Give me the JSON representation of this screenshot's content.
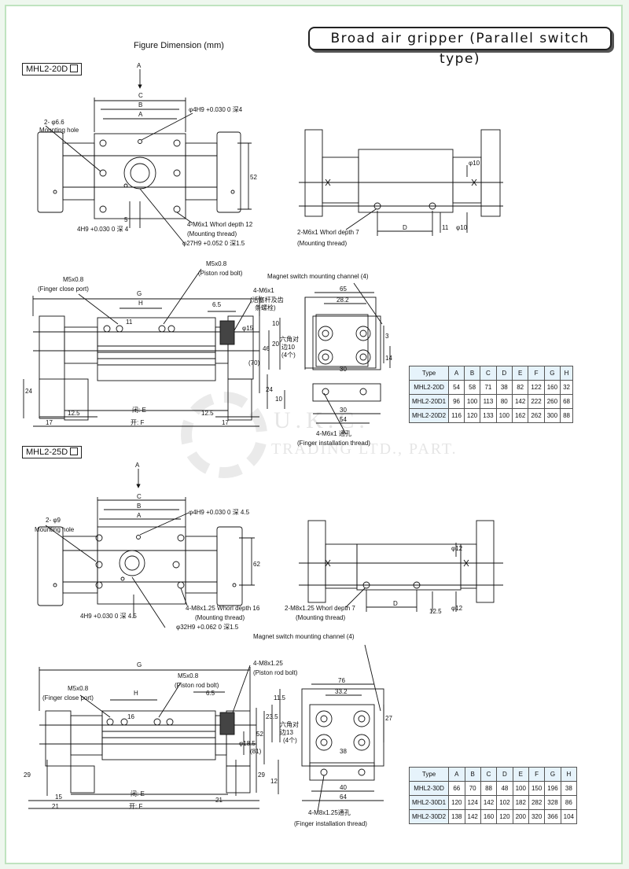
{
  "header": {
    "title": "Broad air gripper (Parallel switch type)"
  },
  "figure_caption": "Figure Dimension (mm)",
  "watermark": {
    "line1": "U.K.C.",
    "line2": "TRADING LTD., PART."
  },
  "sec1": {
    "model": "MHL2-20D",
    "view_a": "A",
    "dim_c": "C",
    "dim_b": "B",
    "dim_a": "A",
    "hole_left1": "2- φ6.6",
    "hole_left2": "Mounting hole",
    "hole_top": "φ4H9 +0.030 0 深4",
    "dim_52": "52",
    "dim_5": "5",
    "hole_bottom": "4H9 +0.030 0 深 4",
    "thread1": "4-M6x1 Whorl depth 12",
    "thread1_sub": "(Mounting thread)",
    "bore": "φ27H9 +0.052 0 深1.5",
    "side_d10_top": "φ10",
    "side_d10_bot": "φ10",
    "side_d": "D",
    "side_11": "11",
    "side_thread": "2-M6x1 Whorl depth 7",
    "side_thread_sub": "(Mounting thread)",
    "front_m5": "M5x0.8",
    "front_m5_sub": "(Finger close port)",
    "front_m5b": "M5x0.8",
    "front_m5b_sub": "(Piston rod bolt)",
    "front_g": "G",
    "front_h": "H",
    "front_11": "11",
    "front_65": "6.5",
    "front_4m6": "4-M6x1",
    "front_cn1": "(活塞杆及齿",
    "front_cn2": "条螺栓)",
    "front_15": "φ15",
    "front_24": "24",
    "front_125l": "12.5",
    "front_125r": "12.5",
    "front_17l": "17",
    "front_17r": "17",
    "front_e": "闭: E",
    "front_f": "开: F",
    "end_title": "Magnet switch mounting channel (4)",
    "end_65": "65",
    "end_282": "28.2",
    "end_10": "10",
    "end_20": "20",
    "end_46": "46",
    "end_70": "(70)",
    "end_3": "3",
    "end_14": "14",
    "end_24": "24",
    "end_hex1": "六角对",
    "end_hex2": "边10",
    "end_hex3": "(4个)",
    "end_30a": "30",
    "bot_10": "10",
    "bot_30": "30",
    "bot_54": "54",
    "bot_thread": "4-M6x1 通孔",
    "bot_thread_sub": "(Finger installation thread)"
  },
  "sec2": {
    "model": "MHL2-25D",
    "view_a": "A",
    "dim_c": "C",
    "dim_b": "B",
    "dim_a": "A",
    "hole_left1": "2- φ9",
    "hole_left2": "Mounting hole",
    "hole_top": "φ4H9 +0.030 0 深 4.5",
    "dim_62": "62",
    "hole_bottom": "4H9 +0.030 0 深 4.5",
    "thread1": "4-M8x1.25 Whorl depth 16",
    "thread1_sub": "(Mounting thread)",
    "bore": "φ32H9 +0.062 0 深1.5",
    "side_d12_top": "φ12",
    "side_d12_bot": "φ12",
    "side_d": "D",
    "side_125": "12.5",
    "side_thread": "2-M8x1.25 Whorl depth 7",
    "side_thread_sub": "(Mounting thread)",
    "front_g": "G",
    "front_h": "H",
    "front_16": "16",
    "front_m5": "M5x0.8",
    "front_m5_sub": "(Finger close port)",
    "front_m5b": "M5x0.8",
    "front_m5b_sub": "(Piston rod bolt)",
    "front_65": "6.5",
    "front_4m8": "4-M8x1.25",
    "front_4m8_sub": "(Piston rod bolt)",
    "front_185": "φ18.5",
    "front_81": "(81)",
    "front_29l": "29",
    "front_29r": "29",
    "front_15": "15",
    "front_21l": "21",
    "front_21r": "21",
    "front_e": "闭: E",
    "front_f": "开: F",
    "end_title": "Magnet switch mounting channel (4)",
    "end_76": "76",
    "end_332": "33.2",
    "end_115": "11.5",
    "end_235": "23.5",
    "end_52": "52",
    "end_27": "27",
    "end_38": "38",
    "end_hex1": "六角对",
    "end_hex2": "边13",
    "end_hex3": "(4个)",
    "bot_12": "12",
    "bot_40": "40",
    "bot_64": "64",
    "bot_thread": "4-M8x1.25通孔",
    "bot_thread_sub": "(Finger installation thread)"
  },
  "table1": {
    "headers": [
      "Type",
      "A",
      "B",
      "C",
      "D",
      "E",
      "F",
      "G",
      "H"
    ],
    "rows": [
      [
        "MHL2-20D",
        "54",
        "58",
        "71",
        "38",
        "82",
        "122",
        "160",
        "32"
      ],
      [
        "MHL2-20D1",
        "96",
        "100",
        "113",
        "80",
        "142",
        "222",
        "260",
        "68"
      ],
      [
        "MHL2-20D2",
        "116",
        "120",
        "133",
        "100",
        "162",
        "262",
        "300",
        "88"
      ]
    ]
  },
  "table2": {
    "headers": [
      "Type",
      "A",
      "B",
      "C",
      "D",
      "E",
      "F",
      "G",
      "H"
    ],
    "rows": [
      [
        "MHL2-30D",
        "66",
        "70",
        "88",
        "48",
        "100",
        "150",
        "196",
        "38"
      ],
      [
        "MHL2-30D1",
        "120",
        "124",
        "142",
        "102",
        "182",
        "282",
        "328",
        "86"
      ],
      [
        "MHL2-30D2",
        "138",
        "142",
        "160",
        "120",
        "200",
        "320",
        "366",
        "104"
      ]
    ]
  }
}
